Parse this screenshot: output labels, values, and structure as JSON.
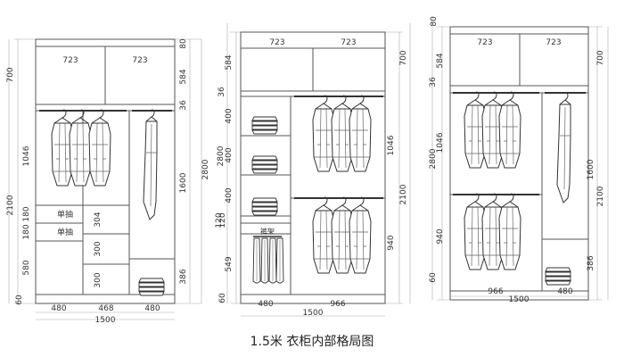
{
  "title": "1.5米 衣柜内部格局图",
  "icons": [
    "hanging-clothes-icon",
    "folded-clothes-icon",
    "trousers-rack-icon"
  ],
  "diagrams": [
    {
      "top_cells": [
        "723",
        "723"
      ],
      "left_dims": [
        "700",
        "1046",
        "2100",
        "180",
        "180",
        "580",
        "60"
      ],
      "right_dims": [
        "80",
        "584",
        "36",
        "2800",
        "1600",
        "386"
      ],
      "inner_dims": [
        "304",
        "300",
        "300"
      ],
      "drawer_labels": [
        "单抽",
        "单抽"
      ],
      "bottom_widths": [
        "480",
        "468",
        "480"
      ],
      "total_width": "1500"
    },
    {
      "top_cells": [
        "723",
        "723"
      ],
      "left_dims": [
        "584",
        "36",
        "400",
        "400",
        "400",
        "120",
        "120",
        "549",
        "60"
      ],
      "outer_left": "2800",
      "right_dims": [
        "700",
        "1046",
        "2100",
        "940"
      ],
      "rack_label": "裤架",
      "bottom_widths": [
        "480",
        "966"
      ],
      "total_width": "1500"
    },
    {
      "top_cells": [
        "723",
        "723"
      ],
      "left_dims": [
        "80",
        "584",
        "36",
        "1046",
        "940",
        "60"
      ],
      "outer_left": "2800",
      "right_dims": [
        "700",
        "1600",
        "2100",
        "386"
      ],
      "bottom_widths": [
        "966",
        "480"
      ],
      "total_width": "1500"
    }
  ]
}
